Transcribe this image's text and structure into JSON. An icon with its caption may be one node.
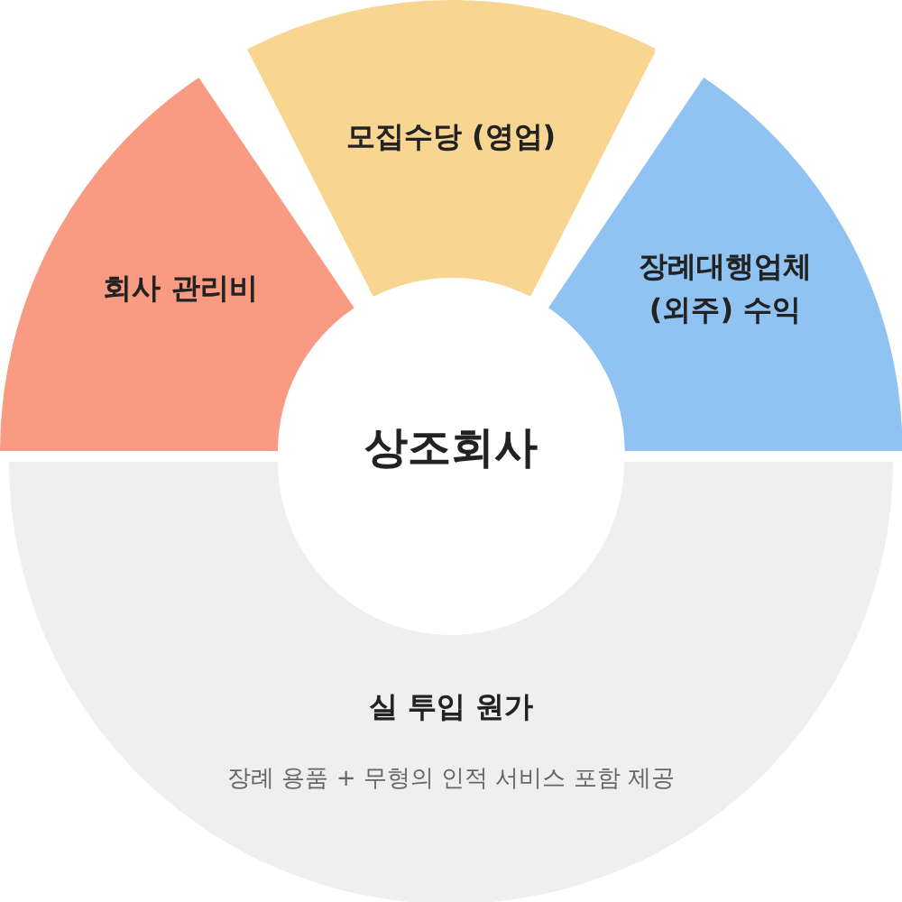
{
  "diagram": {
    "nodes": [
      {
        "text": [
          "회사 관리비"
        ]
      },
      {
        "text": [
          "모집수당 (영업)"
        ]
      },
      {
        "text": [
          "장례대행업체 (외주) 수익"
        ]
      },
      {
        "text": [
          "상조회사"
        ]
      },
      {
        "text": [
          "실 투입 원가",
          "장례 용품 + 무형의 인적 서비스 포함 제공"
        ]
      }
    ]
  }
}
